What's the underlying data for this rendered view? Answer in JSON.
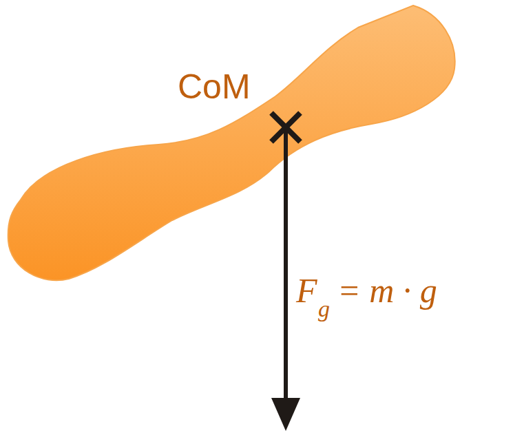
{
  "diagram": {
    "labels": [
      "CoM",
      "F",
      "g",
      "= m · g"
    ]
  }
}
